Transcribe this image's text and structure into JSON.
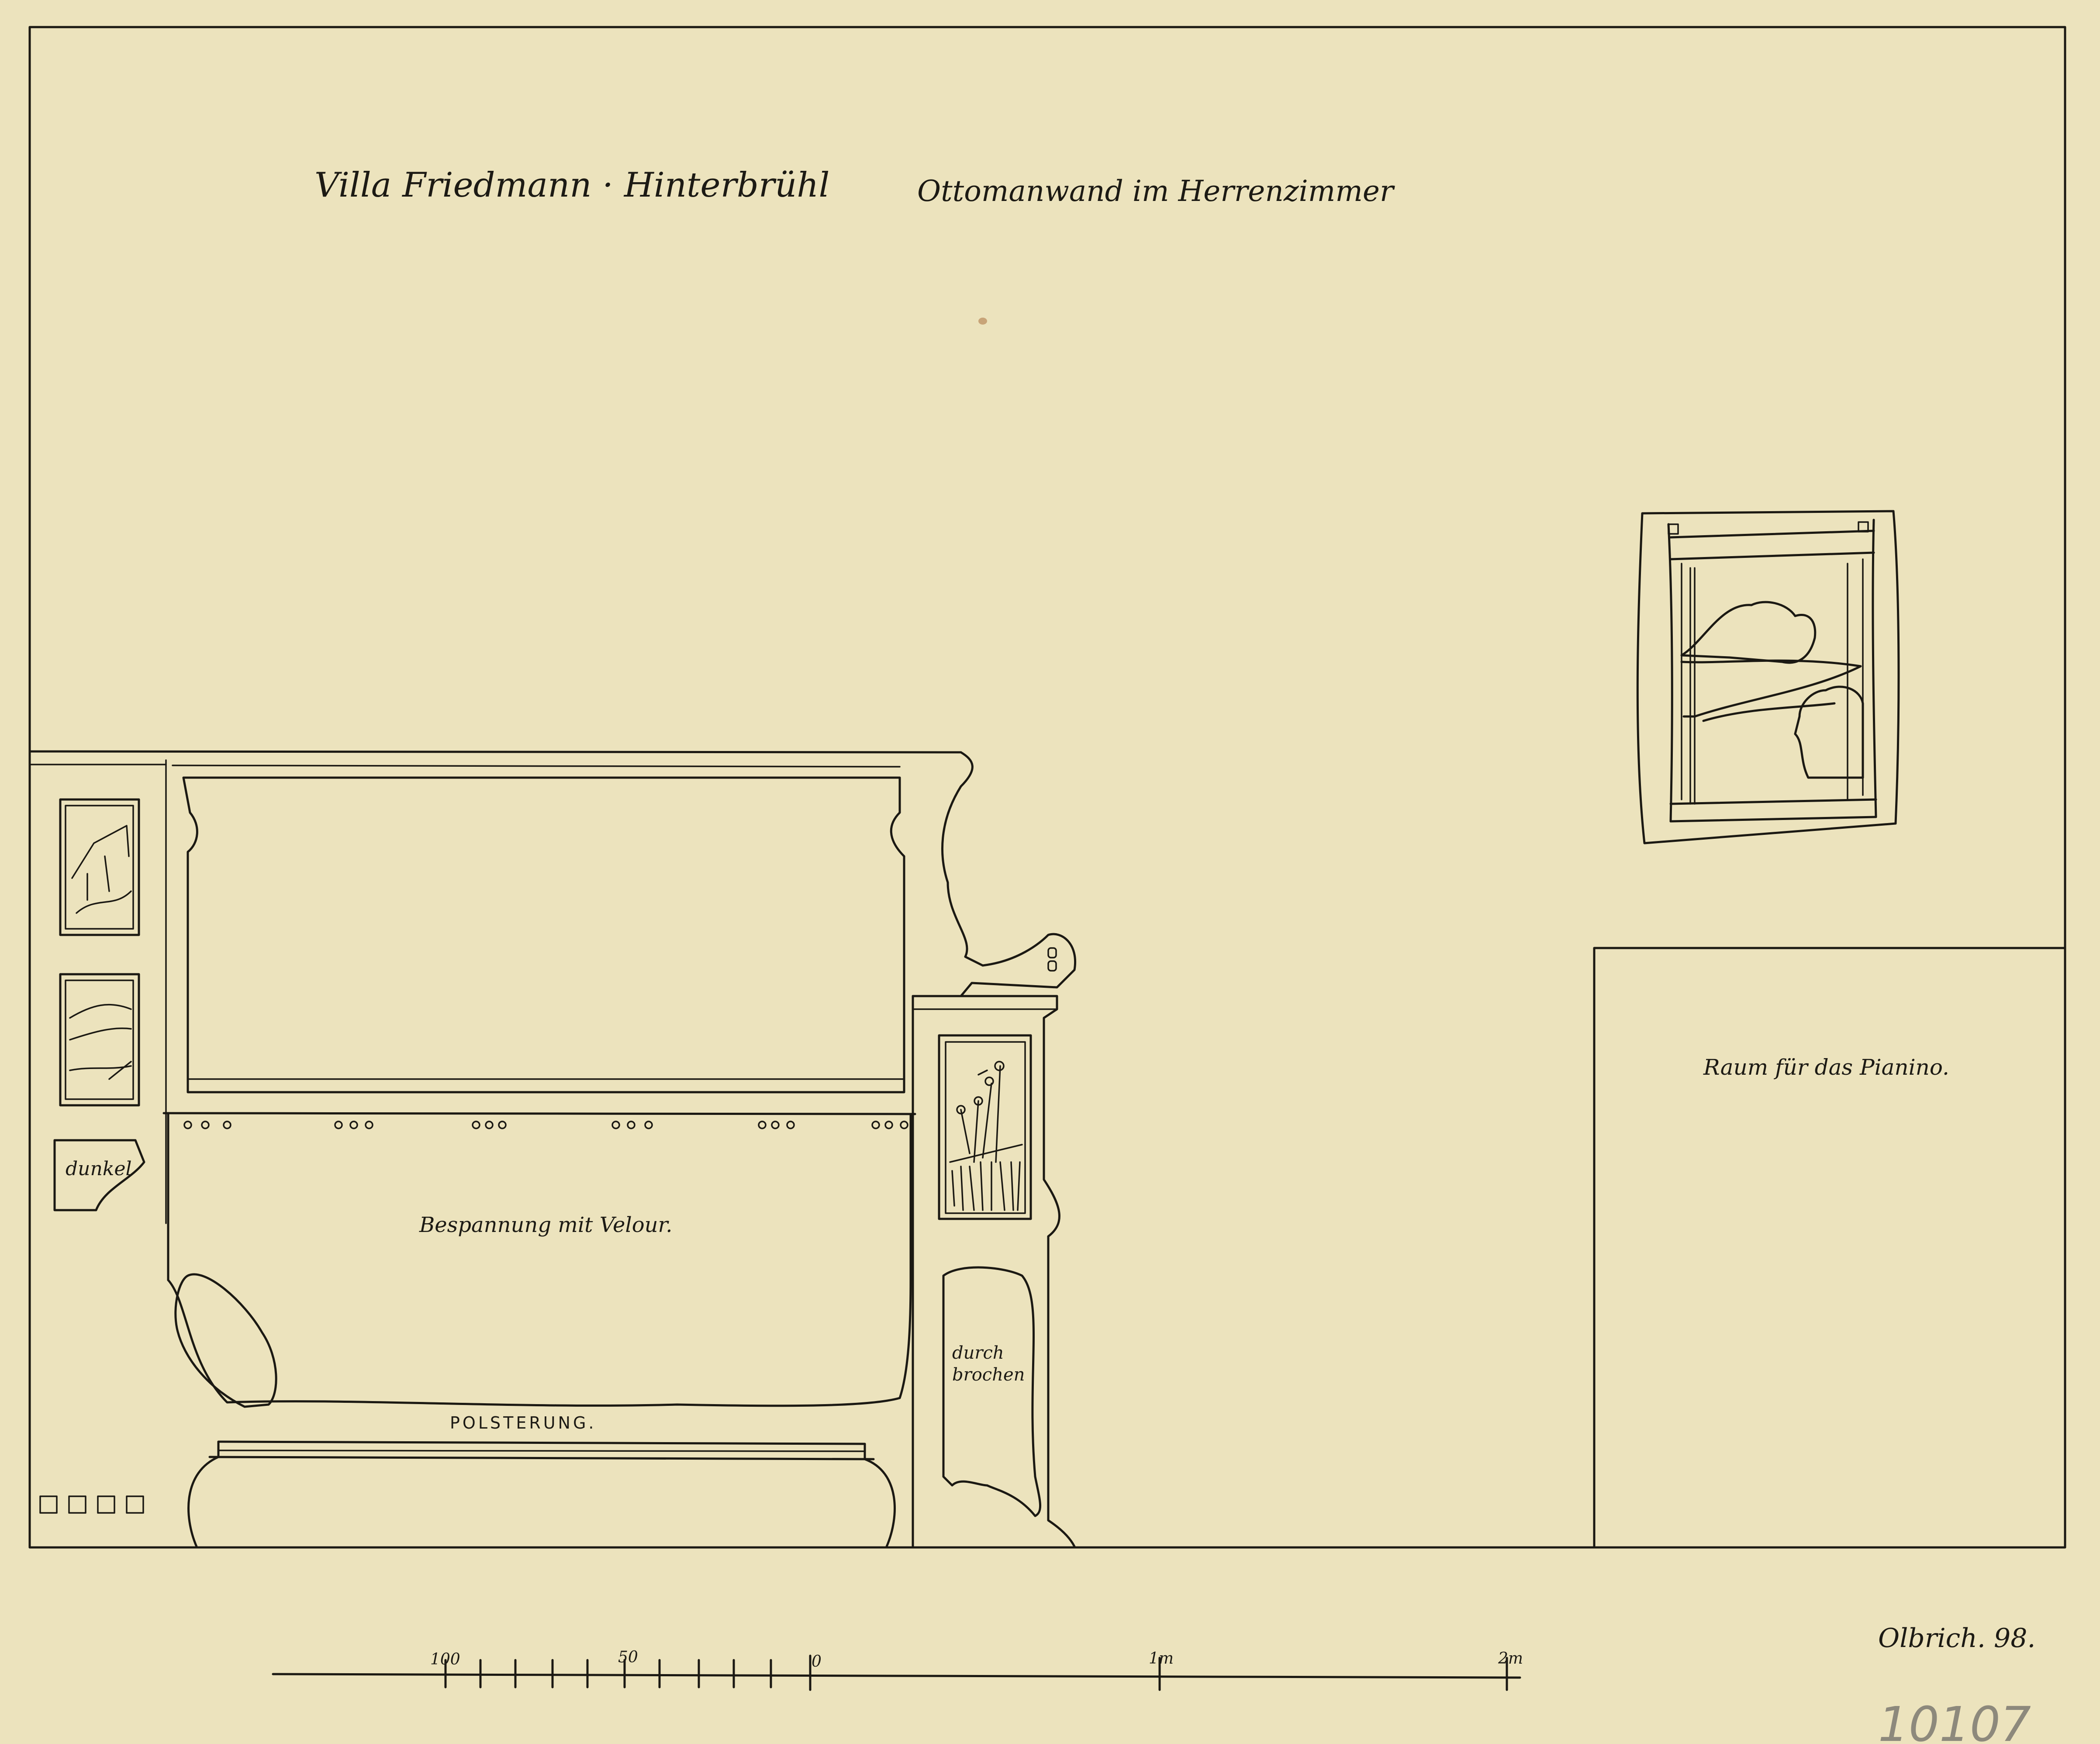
{
  "title_left": "Villa Friedmann · Hinterbrühl",
  "title_right": "Ottomanwand im Herrenzimmer",
  "labels": {
    "dunkel": "dunkel",
    "bespannung": "Bespannung mit Velour.",
    "polsterung": "POLSTERUNG.",
    "durchbrochen_1": "durch",
    "durchbrochen_2": "brochen",
    "pianino": "Raum für das Pianino."
  },
  "scale": {
    "ticks": [
      "100",
      "50",
      "0",
      "1m",
      "2m"
    ]
  },
  "signature": "Olbrich. 98.",
  "inventory_number": "10107",
  "colors": {
    "paper": "#ece3bd",
    "ink": "#1b1913",
    "pencil": "#8d897c"
  }
}
